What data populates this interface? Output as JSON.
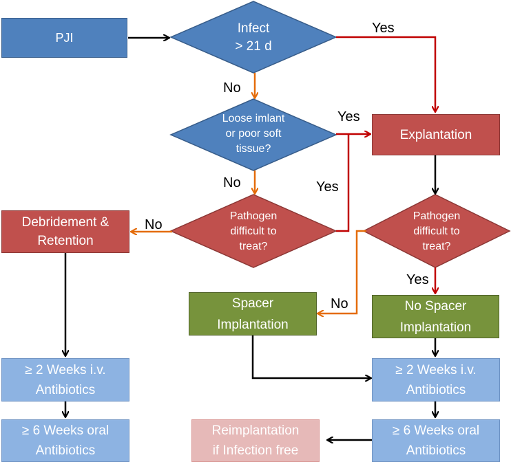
{
  "nodes": {
    "pji": "PJI",
    "infect": [
      "Infect",
      "> 21 d"
    ],
    "loose": [
      "Loose imlant",
      "or poor soft",
      "tissue?"
    ],
    "pathogen_left": [
      "Pathogen",
      "difficult to",
      "treat?"
    ],
    "explantation": "Explantation",
    "pathogen_right": [
      "Pathogen",
      "difficult to",
      "treat?"
    ],
    "debridement": [
      "Debridement &",
      "Retention"
    ],
    "spacer": [
      "Spacer",
      "Implantation"
    ],
    "no_spacer": [
      "No Spacer",
      "Implantation"
    ],
    "iv_left": [
      "≥ 2 Weeks i.v.",
      "Antibiotics"
    ],
    "oral_left": [
      "≥ 6 Weeks oral",
      "Antibiotics"
    ],
    "iv_right": [
      "≥ 2 Weeks i.v.",
      "Antibiotics"
    ],
    "oral_right": [
      "≥ 6 Weeks oral",
      "Antibiotics"
    ],
    "reimplantation": [
      "Reimplantation",
      "if Infection free"
    ]
  },
  "edge_labels": {
    "yes_infect": "Yes",
    "no_infect": "No",
    "yes_loose": "Yes",
    "no_loose": "No",
    "yes_pathogen_left": "Yes",
    "no_pathogen_left": "No",
    "no_pathogen_right": "No",
    "yes_pathogen_right": "Yes"
  },
  "colors": {
    "blue": "#4f81bd",
    "red": "#c0504d",
    "green": "#77933c",
    "light_blue": "#8db3e2",
    "pink": "#e6b9b8",
    "arrow_black": "#000000",
    "arrow_red": "#c00000",
    "arrow_orange": "#e46c0a"
  }
}
